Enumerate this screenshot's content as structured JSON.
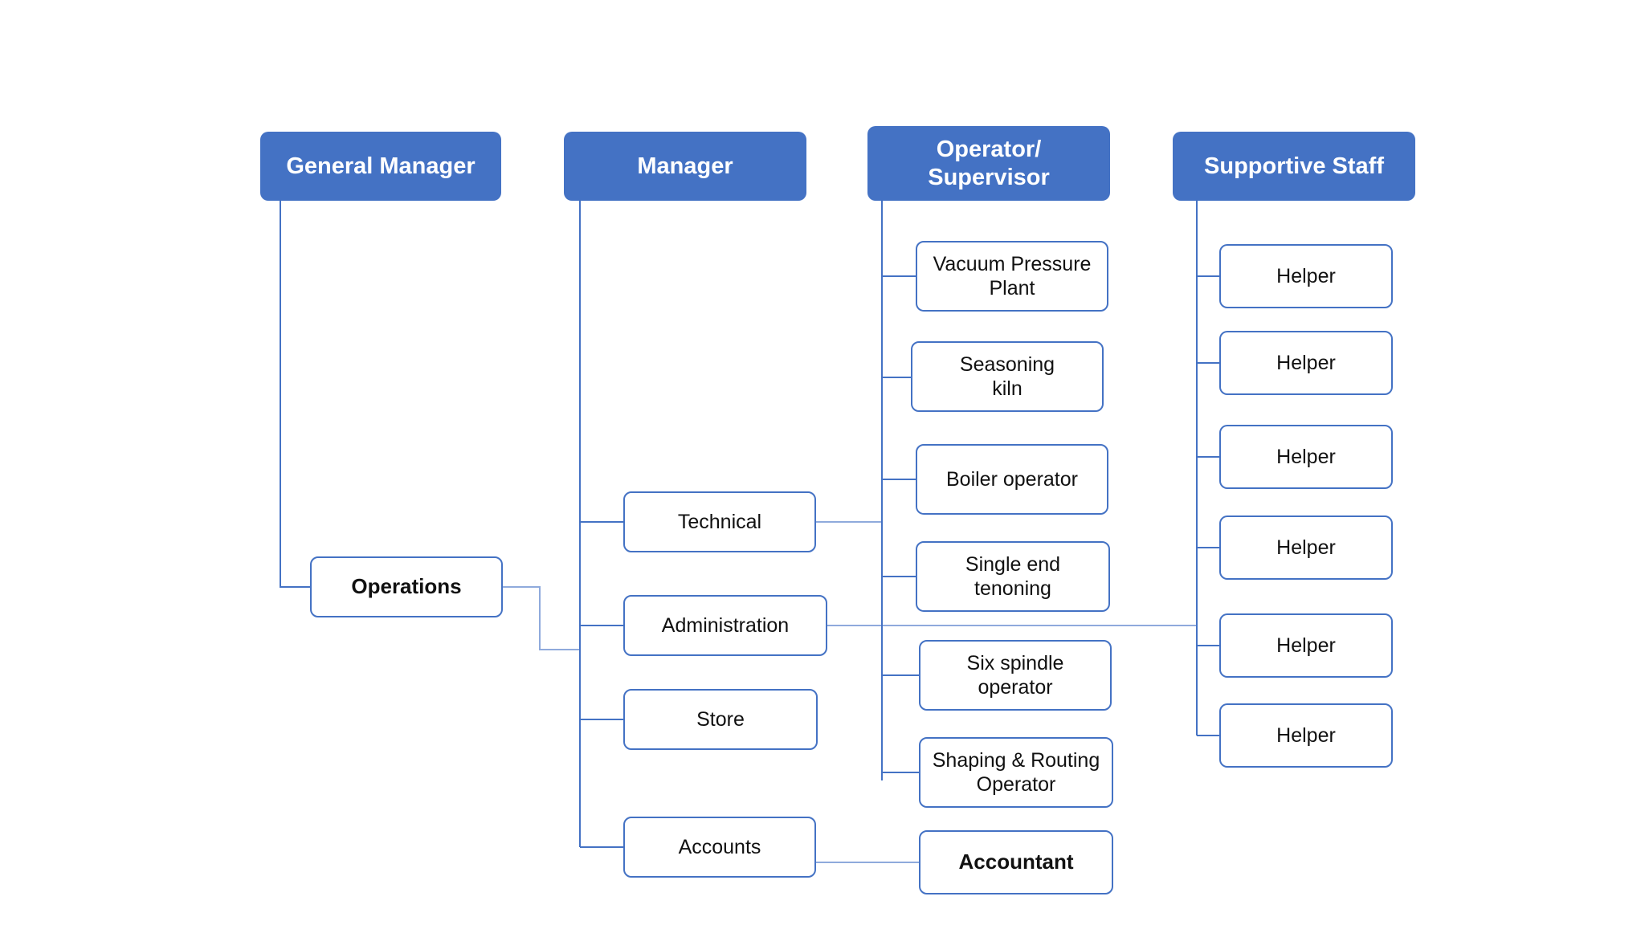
{
  "diagram": {
    "title": "Organizational Structure Chart",
    "colors": {
      "header_fill": "#4472C4",
      "header_text": "#FFFFFF",
      "node_border": "#4472C4",
      "node_fill": "#FFFFFF",
      "node_text": "#111111",
      "connector": "#4472C4",
      "background": "#FFFFFF"
    },
    "columns": [
      {
        "key": "general_manager",
        "header": "General Manager",
        "nodes": [
          {
            "label": "Operations",
            "bold": true
          }
        ]
      },
      {
        "key": "manager",
        "header": "Manager",
        "nodes": [
          {
            "label": "Technical",
            "bold": false
          },
          {
            "label": "Administration",
            "bold": false
          },
          {
            "label": "Store",
            "bold": false
          },
          {
            "label": "Accounts",
            "bold": false
          }
        ]
      },
      {
        "key": "operator_supervisor",
        "header": "Operator/\nSupervisor",
        "nodes": [
          {
            "label": "Vacuum Pressure\nPlant",
            "bold": false
          },
          {
            "label": "Seasoning\nkiln",
            "bold": false
          },
          {
            "label": "Boiler operator",
            "bold": false
          },
          {
            "label": "Single end\ntenoning",
            "bold": false
          },
          {
            "label": "Six spindle\noperator",
            "bold": false
          },
          {
            "label": "Shaping & Routing\nOperator",
            "bold": false
          },
          {
            "label": "Accountant",
            "bold": true
          }
        ]
      },
      {
        "key": "supportive_staff",
        "header": "Supportive Staff",
        "nodes": [
          {
            "label": "Helper",
            "bold": false
          },
          {
            "label": "Helper",
            "bold": false
          },
          {
            "label": "Helper",
            "bold": false
          },
          {
            "label": "Helper",
            "bold": false
          },
          {
            "label": "Helper",
            "bold": false
          },
          {
            "label": "Helper",
            "bold": false
          }
        ]
      }
    ]
  },
  "headers": {
    "general_manager": "General Manager",
    "manager": "Manager",
    "operator_supervisor": "Operator/\nSupervisor",
    "supportive_staff": "Supportive Staff"
  },
  "gm": {
    "operations": "Operations"
  },
  "mgr": {
    "technical": "Technical",
    "administration": "Administration",
    "store": "Store",
    "accounts": "Accounts"
  },
  "ops": {
    "vacuum_pressure_plant": "Vacuum Pressure\nPlant",
    "seasoning_kiln": "Seasoning\nkiln",
    "boiler_operator": "Boiler operator",
    "single_end_tenoning": "Single end\ntenoning",
    "six_spindle_operator": "Six spindle\noperator",
    "shaping_routing_operator": "Shaping & Routing\nOperator",
    "accountant": "Accountant"
  },
  "staff": {
    "helper_1": "Helper",
    "helper_2": "Helper",
    "helper_3": "Helper",
    "helper_4": "Helper",
    "helper_5": "Helper",
    "helper_6": "Helper"
  }
}
